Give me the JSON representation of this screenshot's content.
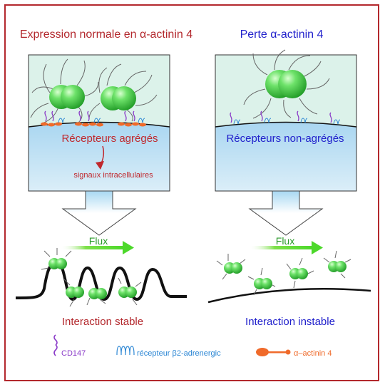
{
  "left_panel": {
    "title": "Expression normale en α-actinin 4",
    "receptor_label": "Récepteurs agrégés",
    "signal_label": "signaux intracellulaires",
    "flow_label": "Flux",
    "interaction_label": "Interaction stable"
  },
  "right_panel": {
    "title": "Perte α-actinin 4",
    "receptor_label": "Récepteurs non-agrégés",
    "flow_label": "Flux",
    "interaction_label": "Interaction instable"
  },
  "legend": {
    "cd147": "CD147",
    "receptor": "récepteur β2-adrenergic",
    "actinin": "α–actinin 4"
  },
  "colors": {
    "frame": "#b3282d",
    "left_text": "#b3282d",
    "right_text": "#2222cc",
    "flow_green": "#5ce02a",
    "ball_green": "#3fcf3f",
    "cell_top": "#dff3ec",
    "cell_bottom": "#c6e3f3"
  }
}
